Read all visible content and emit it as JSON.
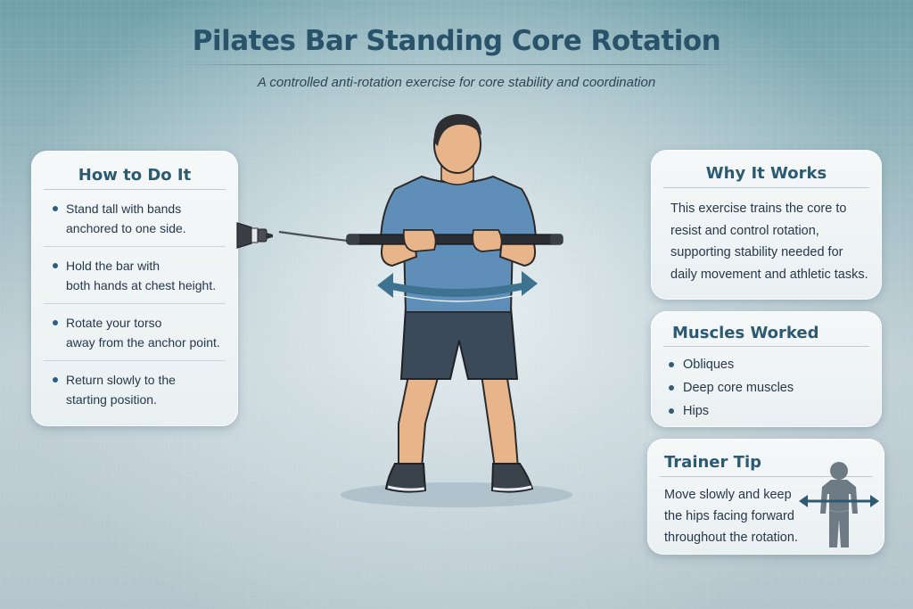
{
  "header": {
    "title": "Pilates Bar Standing Core Rotation",
    "subtitle": "A controlled anti-rotation exercise for core stability and coordination"
  },
  "how_to": {
    "title": "How to Do It",
    "steps": [
      {
        "line1": "Stand tall with bands",
        "line2": "anchored to one side."
      },
      {
        "line1": "Hold the bar with",
        "line2": "both hands at chest height."
      },
      {
        "line1": "Rotate your torso",
        "line2": "away from the anchor point."
      },
      {
        "line1": "Return slowly to the",
        "line2": "starting position."
      }
    ]
  },
  "why_it_works": {
    "title": "Why It Works",
    "lines": [
      "This exercise trains the core to",
      "resist and control rotation,",
      "supporting stability needed for",
      "daily movement and athletic tasks."
    ]
  },
  "muscles_worked": {
    "title": "Muscles Worked",
    "items": [
      "Obliques",
      "Deep core muscles",
      "Hips"
    ]
  },
  "trainer_tip": {
    "title": "Trainer Tip",
    "lines": [
      "Move slowly and keep",
      "the hips facing forward",
      "throughout the rotation."
    ],
    "icon": "body-rotation-figure-icon"
  },
  "illustration": {
    "subject": "person-holding-pilates-bar-icon",
    "equipment": [
      "pilates-bar",
      "resistance-band-anchor"
    ],
    "motion_indicator": "curved-double-arrow-icon"
  },
  "colors": {
    "title": "#28536b",
    "card_heading": "#2b5a72",
    "body_text": "#25384a",
    "card_bg": "#f2f6f7",
    "arrow": "#3d7391",
    "shirt": "#5f8fb8",
    "shorts": "#3a4a58",
    "skin": "#e8b48a",
    "bar": "#2a2e33",
    "bg_top": "#6fa0aa",
    "bg_bottom": "#b5c5cd"
  }
}
